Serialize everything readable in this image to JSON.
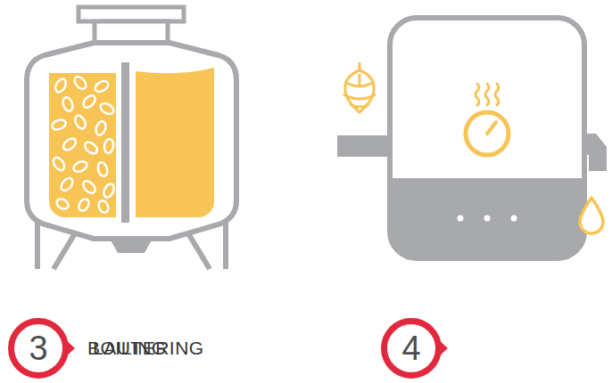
{
  "diagram": {
    "nodes": [
      {
        "text": [
          "3",
          "LAUTERING"
        ]
      },
      {
        "text": [
          "4",
          "BOILING"
        ]
      }
    ]
  }
}
